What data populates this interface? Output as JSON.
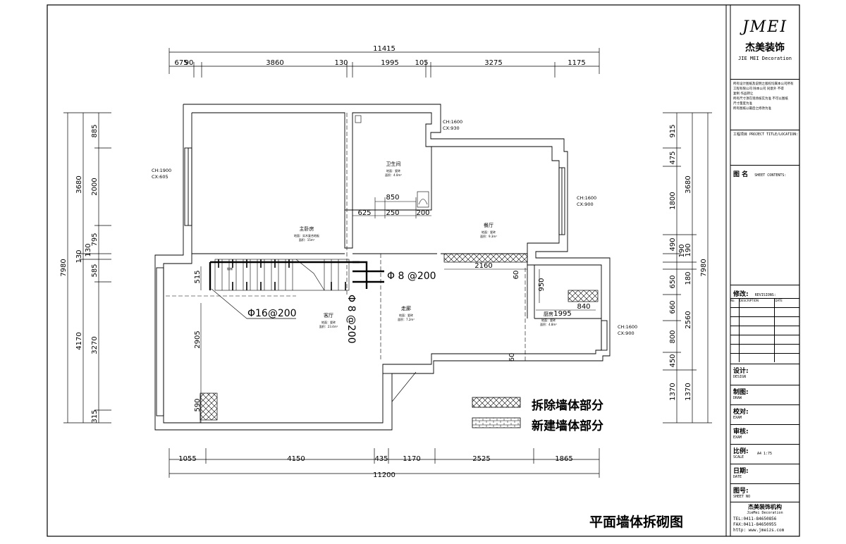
{
  "title": "平面墙体拆砌图",
  "legend": {
    "demolish": "拆除墙体部分",
    "new_build": "新建墙体部分"
  },
  "dimensions": {
    "top_total": "11415",
    "top_segments": [
      "675",
      "90",
      "3860",
      "130",
      "1995",
      "105",
      "3275",
      "1175"
    ],
    "bottom_total": "11200",
    "bottom_segments": [
      "1055",
      "4150",
      "435",
      "1170",
      "2525",
      "1865"
    ],
    "left_total": "7980",
    "left_outer": [
      "3680",
      "130",
      "4170"
    ],
    "left_inner": [
      "885",
      "2000",
      "795",
      "130",
      "585",
      "3270",
      "315"
    ],
    "right_total": "7980",
    "right_outer": [
      "3680",
      "190",
      "180",
      "2560",
      "1370"
    ],
    "right_inner": [
      "915",
      "475",
      "1800",
      "490",
      "190",
      "650",
      "660",
      "800",
      "450",
      "1370"
    ],
    "interior": [
      "850",
      "625",
      "250",
      "200",
      "2160",
      "60",
      "950",
      "840",
      "1995",
      "60",
      "515",
      "2905",
      "590"
    ]
  },
  "rooms": {
    "master": {
      "name": "主卧房",
      "floor": "地面：实木复合地板",
      "area": "面积：15m²"
    },
    "bath": {
      "name": "卫生间",
      "floor": "地面：瓷砖",
      "area": "面积：4.0m²"
    },
    "dining": {
      "name": "餐厅",
      "floor": "地面：瓷砖",
      "area": "面积：9.3m²"
    },
    "living": {
      "name": "客厅",
      "floor": "地面：瓷砖",
      "area": "面积：23.4m²"
    },
    "hall": {
      "name": "走廊",
      "floor": "地面：瓷砖",
      "area": "面积：7.2m²"
    },
    "kitchen": {
      "name": "厨房",
      "floor": "地面：瓷砖",
      "area": "面积：4.8m²"
    }
  },
  "window_notes": {
    "w1": [
      "CH:1900",
      "CX:605"
    ],
    "w2": [
      "CH:1600",
      "CX:930"
    ],
    "w3": [
      "CH:1600",
      "CX:900"
    ],
    "w4": [
      "CH:1600",
      "CX:900"
    ]
  },
  "rebar": {
    "r1": "Φ16@200",
    "r2": "Φ 8 @200",
    "r3": "Φ 8 @200",
    "stair": "楼梯"
  },
  "titleblock": {
    "logo": "JMEI",
    "company_cn": "杰美装饰",
    "company_en": "JIE MEI Decoration",
    "notes": [
      "所有设计图纸及说明之版权均属本公司所有",
      "工程有限公司 除本公司 同意外 不得",
      "复制 作品转让",
      "所有尺寸须在现场核实为准 不可以图纸",
      "尺寸量度为准",
      "所有图纸以最后之修改为准"
    ],
    "project_label": "工程项目 PROJECT TITLE/LOCATION:",
    "sheet_label": "图 名",
    "sheet_sub": "SHEET CONTENTS:",
    "revisions_label": "修改:",
    "revisions_en": "REVISIONS:",
    "rev_headers": [
      "No.",
      "DESCRIPTION",
      "DATE"
    ],
    "design_label": "设计:",
    "design_en": "DESIGN",
    "draw_label": "制图:",
    "draw_en": "DRAW",
    "check_label": "校对:",
    "check_en": "EXAM",
    "approve_label": "审核:",
    "approve_en": "EXAM",
    "scale_label": "比例:",
    "scale_en": "SCALE",
    "scale_value": "A4   1:75",
    "date_label": "日期:",
    "date_en": "DATE",
    "sheet_no_label": "图号:",
    "sheet_no_en": "SHEET NO",
    "org_cn": "杰美装饰机构",
    "org_en": "JieMei Decoration",
    "tel": "TEL:0411-84650856",
    "fax": "FAX:0411-84650955",
    "web": "http: www.jmeizs.com"
  }
}
